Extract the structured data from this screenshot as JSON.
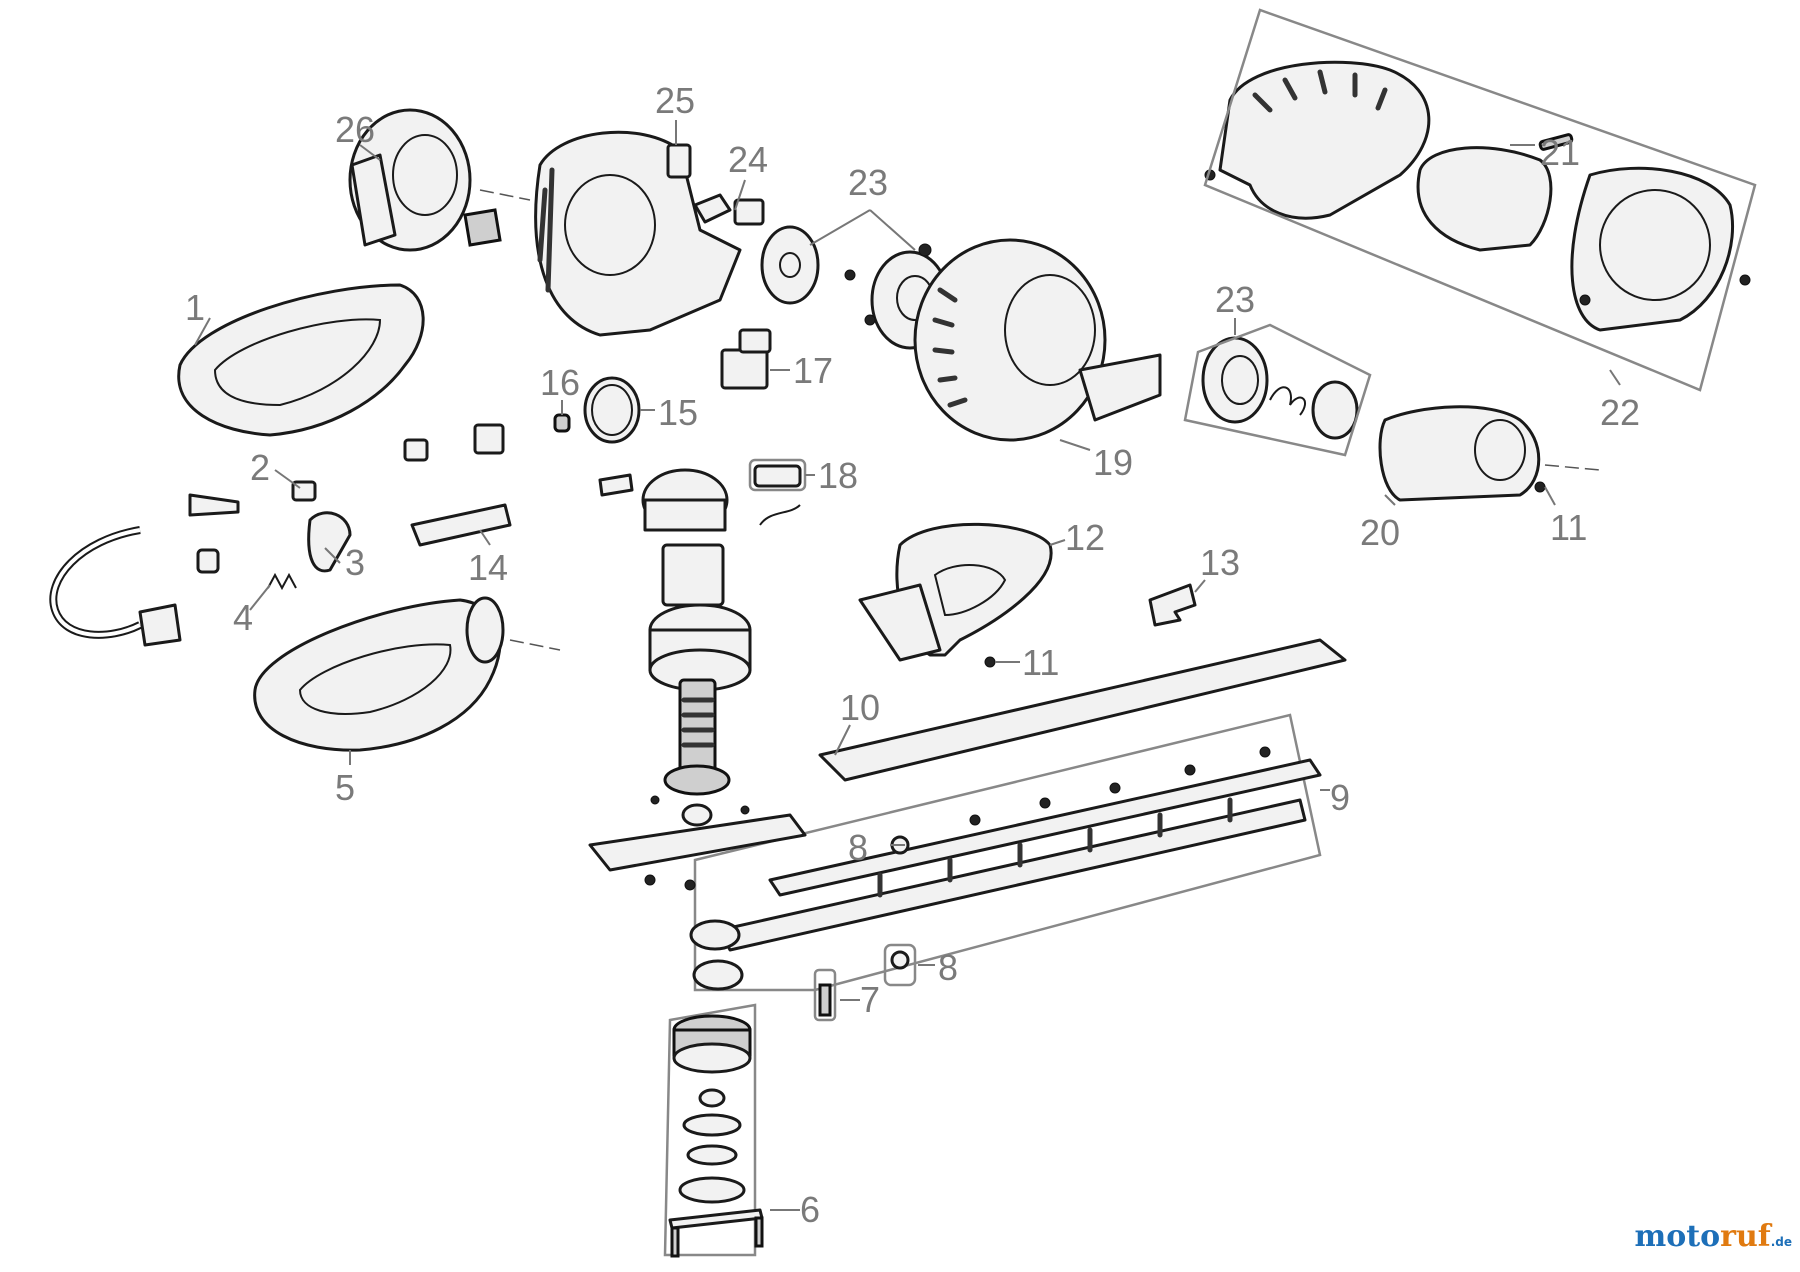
{
  "diagram": {
    "part_numbers": [
      "1",
      "2",
      "3",
      "4",
      "5",
      "6",
      "7",
      "8",
      "8",
      "9",
      "10",
      "11",
      "11",
      "12",
      "13",
      "14",
      "15",
      "16",
      "17",
      "18",
      "19",
      "20",
      "21",
      "22",
      "23",
      "23",
      "24",
      "25",
      "26"
    ]
  },
  "logo": {
    "name_part1": "moto",
    "name_part2": "ruf",
    "tld": ".de"
  },
  "colors": {
    "label_gray": "#7a7a7a",
    "logo_blue": "#1d6fb8",
    "logo_orange": "#e07a10"
  }
}
